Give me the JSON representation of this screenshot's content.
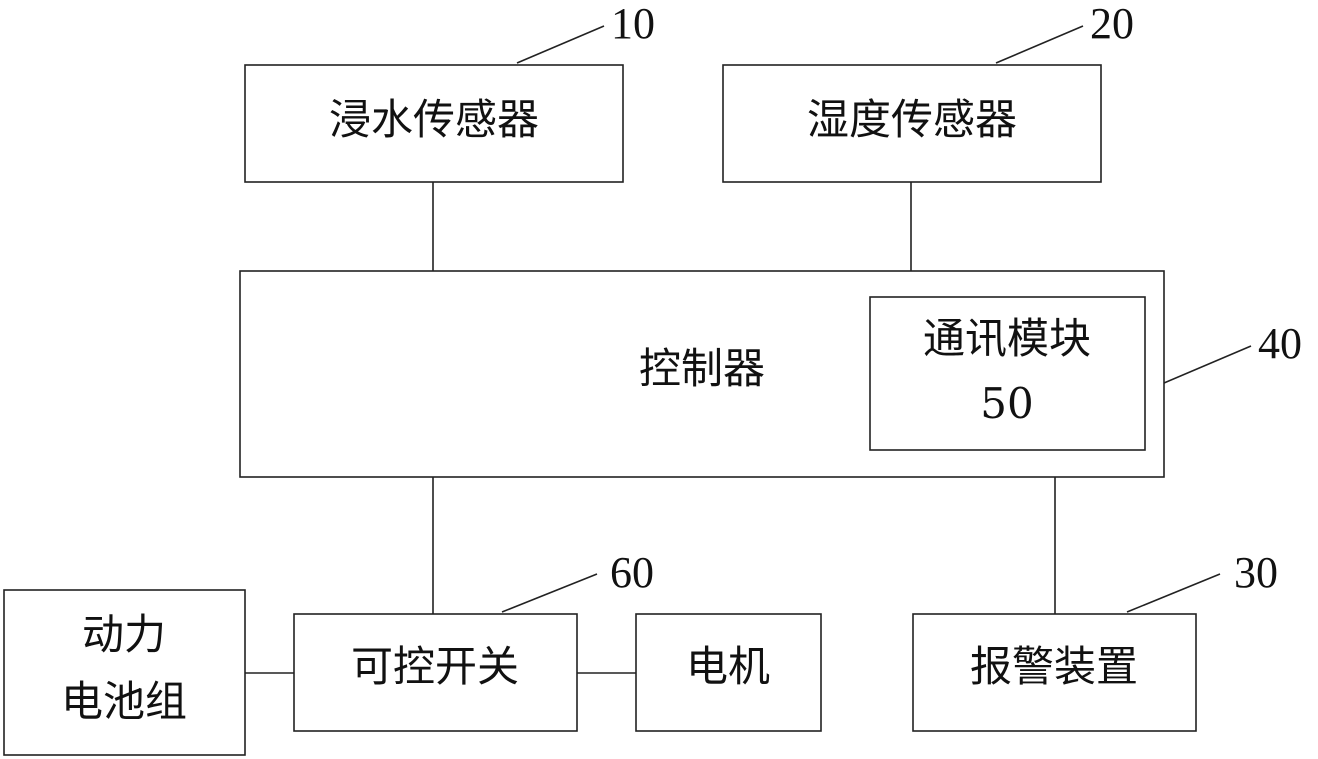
{
  "blocks": {
    "water_sensor": {
      "label": "浸水传感器",
      "ref": "10"
    },
    "humidity_sensor": {
      "label": "湿度传感器",
      "ref": "20"
    },
    "controller": {
      "label": "控制器",
      "ref": "40"
    },
    "comm_module": {
      "label_line1": "通讯模块",
      "label_line2": "50"
    },
    "power_battery": {
      "label_line1": "动力",
      "label_line2": "电池组"
    },
    "switch": {
      "label": "可控开关",
      "ref": "60"
    },
    "motor": {
      "label": "电机"
    },
    "alarm": {
      "label": "报警装置",
      "ref": "30"
    }
  }
}
